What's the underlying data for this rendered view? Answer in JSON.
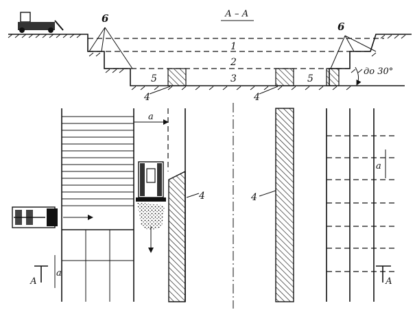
{
  "section": {
    "title": "А – А",
    "layer_labels": [
      "1",
      "2",
      "3"
    ],
    "berm_label": "5",
    "slope_label": "до 30°",
    "marker_label": "6"
  },
  "plan": {
    "strip_label": "4",
    "dim_label": "a",
    "cut_label": "А"
  }
}
